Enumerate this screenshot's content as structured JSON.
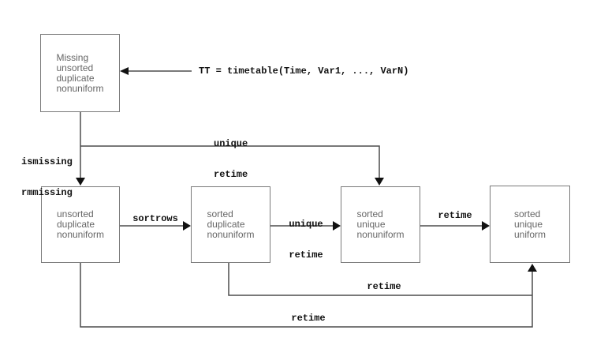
{
  "colors": {
    "background": "#ffffff",
    "box_border": "#7a7a7a",
    "box_text": "#666666",
    "connector_line": "#4d4d4d",
    "code_label": "#111111"
  },
  "boxes": {
    "top_missing": {
      "lines": [
        "Missing",
        "unsorted",
        "duplicate",
        "nonuniform"
      ]
    },
    "unsorted_duplicate_nonuniform": {
      "lines": [
        "unsorted",
        "duplicate",
        "nonuniform"
      ]
    },
    "sorted_duplicate_nonuniform": {
      "lines": [
        "sorted",
        "duplicate",
        "nonuniform"
      ]
    },
    "sorted_unique_nonuniform": {
      "lines": [
        "sorted",
        "unique",
        "nonuniform"
      ]
    },
    "sorted_unique_uniform": {
      "lines": [
        "sorted",
        "unique",
        "uniform"
      ]
    }
  },
  "labels": {
    "constructor": "TT = timetable(Time, Var1, ..., VarN)",
    "ismissing": "ismissing",
    "rmmissing": "rmmissing",
    "unique_retime_top": [
      "unique",
      "retime"
    ],
    "sortrows": "sortrows",
    "unique_retime_mid": [
      "unique",
      "retime"
    ],
    "retime_mid": "retime",
    "retime_upper_path": "retime",
    "retime_lower_path": "retime"
  }
}
